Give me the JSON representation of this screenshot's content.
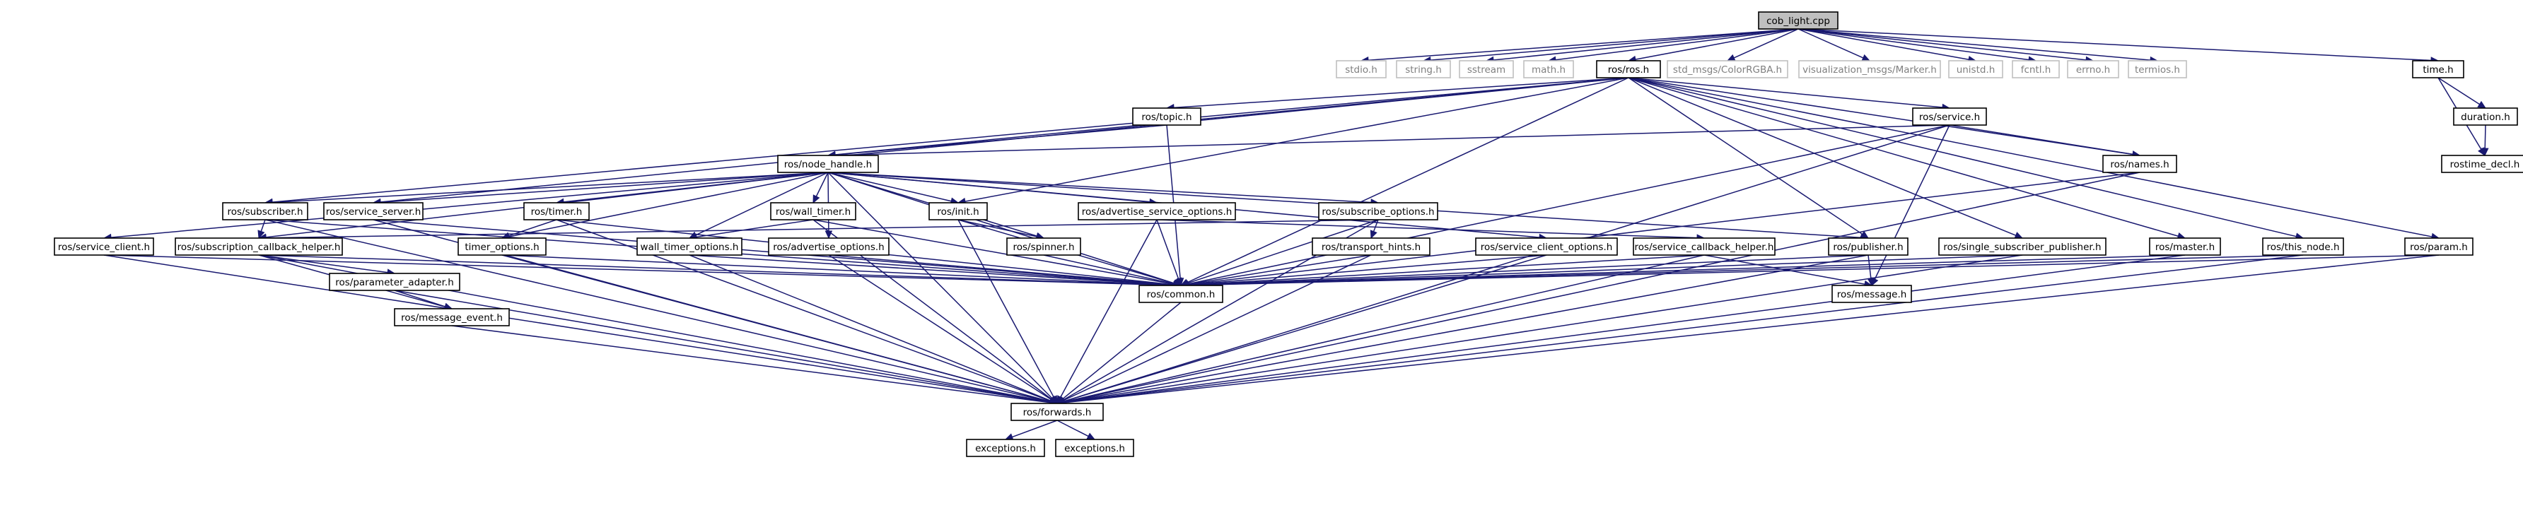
{
  "graph": {
    "root": "cob_light.cpp",
    "nodes": [
      {
        "id": "root",
        "label": "cob_light.cpp",
        "kind": "root"
      },
      {
        "id": "stdio",
        "label": "stdio.h",
        "kind": "external"
      },
      {
        "id": "string",
        "label": "string.h",
        "kind": "external"
      },
      {
        "id": "sstream",
        "label": "sstream",
        "kind": "external"
      },
      {
        "id": "math",
        "label": "math.h",
        "kind": "external"
      },
      {
        "id": "ros_ros",
        "label": "ros/ros.h",
        "kind": "documented"
      },
      {
        "id": "colorrgba",
        "label": "std_msgs/ColorRGBA.h",
        "kind": "external"
      },
      {
        "id": "marker",
        "label": "visualization_msgs/Marker.h",
        "kind": "external"
      },
      {
        "id": "unistd",
        "label": "unistd.h",
        "kind": "external"
      },
      {
        "id": "fcntl",
        "label": "fcntl.h",
        "kind": "external"
      },
      {
        "id": "errno",
        "label": "errno.h",
        "kind": "external"
      },
      {
        "id": "termios",
        "label": "termios.h",
        "kind": "external"
      },
      {
        "id": "time",
        "label": "time.h",
        "kind": "documented"
      },
      {
        "id": "duration",
        "label": "duration.h",
        "kind": "documented"
      },
      {
        "id": "rostime_decl",
        "label": "rostime_decl.h",
        "kind": "documented"
      },
      {
        "id": "topic",
        "label": "ros/topic.h",
        "kind": "documented"
      },
      {
        "id": "service",
        "label": "ros/service.h",
        "kind": "documented"
      },
      {
        "id": "node_handle",
        "label": "ros/node_handle.h",
        "kind": "documented"
      },
      {
        "id": "names",
        "label": "ros/names.h",
        "kind": "documented"
      },
      {
        "id": "subscriber",
        "label": "ros/subscriber.h",
        "kind": "documented"
      },
      {
        "id": "service_server",
        "label": "ros/service_server.h",
        "kind": "documented"
      },
      {
        "id": "timer",
        "label": "ros/timer.h",
        "kind": "documented"
      },
      {
        "id": "wall_timer",
        "label": "ros/wall_timer.h",
        "kind": "documented"
      },
      {
        "id": "init",
        "label": "ros/init.h",
        "kind": "documented"
      },
      {
        "id": "adv_srv_opts",
        "label": "ros/advertise_service_options.h",
        "kind": "documented"
      },
      {
        "id": "subscribe_opts",
        "label": "ros/subscribe_options.h",
        "kind": "documented"
      },
      {
        "id": "service_client",
        "label": "ros/service_client.h",
        "kind": "documented"
      },
      {
        "id": "sub_cb_helper",
        "label": "ros/subscription_callback_helper.h",
        "kind": "documented"
      },
      {
        "id": "timer_opts",
        "label": "timer_options.h",
        "kind": "documented"
      },
      {
        "id": "wall_timer_opts",
        "label": "wall_timer_options.h",
        "kind": "documented"
      },
      {
        "id": "adv_opts",
        "label": "ros/advertise_options.h",
        "kind": "documented"
      },
      {
        "id": "spinner",
        "label": "ros/spinner.h",
        "kind": "documented"
      },
      {
        "id": "transport_hints",
        "label": "ros/transport_hints.h",
        "kind": "documented"
      },
      {
        "id": "srv_client_opts",
        "label": "ros/service_client_options.h",
        "kind": "documented"
      },
      {
        "id": "srv_cb_helper",
        "label": "ros/service_callback_helper.h",
        "kind": "documented"
      },
      {
        "id": "publisher",
        "label": "ros/publisher.h",
        "kind": "documented"
      },
      {
        "id": "single_sub_pub",
        "label": "ros/single_subscriber_publisher.h",
        "kind": "documented"
      },
      {
        "id": "master",
        "label": "ros/master.h",
        "kind": "documented"
      },
      {
        "id": "this_node",
        "label": "ros/this_node.h",
        "kind": "documented"
      },
      {
        "id": "param",
        "label": "ros/param.h",
        "kind": "documented"
      },
      {
        "id": "param_adapter",
        "label": "ros/parameter_adapter.h",
        "kind": "documented"
      },
      {
        "id": "message_event",
        "label": "ros/message_event.h",
        "kind": "documented"
      },
      {
        "id": "common",
        "label": "ros/common.h",
        "kind": "documented"
      },
      {
        "id": "message",
        "label": "ros/message.h",
        "kind": "documented"
      },
      {
        "id": "forwards",
        "label": "ros/forwards.h",
        "kind": "documented"
      },
      {
        "id": "exceptions1",
        "label": "exceptions.h",
        "kind": "documented"
      },
      {
        "id": "exceptions2",
        "label": "exceptions.h",
        "kind": "documented"
      }
    ],
    "edges": [
      [
        "root",
        "stdio"
      ],
      [
        "root",
        "string"
      ],
      [
        "root",
        "sstream"
      ],
      [
        "root",
        "math"
      ],
      [
        "root",
        "ros_ros"
      ],
      [
        "root",
        "colorrgba"
      ],
      [
        "root",
        "marker"
      ],
      [
        "root",
        "unistd"
      ],
      [
        "root",
        "fcntl"
      ],
      [
        "root",
        "errno"
      ],
      [
        "root",
        "termios"
      ],
      [
        "root",
        "time"
      ],
      [
        "time",
        "duration"
      ],
      [
        "time",
        "rostime_decl"
      ],
      [
        "duration",
        "rostime_decl"
      ],
      [
        "ros_ros",
        "topic"
      ],
      [
        "ros_ros",
        "node_handle"
      ],
      [
        "ros_ros",
        "service"
      ],
      [
        "ros_ros",
        "names"
      ],
      [
        "ros_ros",
        "subscriber"
      ],
      [
        "ros_ros",
        "service_server"
      ],
      [
        "ros_ros",
        "init"
      ],
      [
        "ros_ros",
        "common"
      ],
      [
        "ros_ros",
        "publisher"
      ],
      [
        "ros_ros",
        "single_sub_pub"
      ],
      [
        "ros_ros",
        "master"
      ],
      [
        "ros_ros",
        "this_node"
      ],
      [
        "ros_ros",
        "param"
      ],
      [
        "topic",
        "node_handle"
      ],
      [
        "topic",
        "common"
      ],
      [
        "service",
        "node_handle"
      ],
      [
        "service",
        "names"
      ],
      [
        "service",
        "common"
      ],
      [
        "service",
        "message"
      ],
      [
        "service",
        "forwards"
      ],
      [
        "names",
        "common"
      ],
      [
        "names",
        "forwards"
      ],
      [
        "node_handle",
        "subscriber"
      ],
      [
        "node_handle",
        "service_server"
      ],
      [
        "node_handle",
        "timer"
      ],
      [
        "node_handle",
        "wall_timer"
      ],
      [
        "node_handle",
        "init"
      ],
      [
        "node_handle",
        "adv_srv_opts"
      ],
      [
        "node_handle",
        "subscribe_opts"
      ],
      [
        "node_handle",
        "service_client"
      ],
      [
        "node_handle",
        "sub_cb_helper"
      ],
      [
        "node_handle",
        "timer_opts"
      ],
      [
        "node_handle",
        "wall_timer_opts"
      ],
      [
        "node_handle",
        "adv_opts"
      ],
      [
        "node_handle",
        "spinner"
      ],
      [
        "node_handle",
        "srv_client_opts"
      ],
      [
        "node_handle",
        "publisher"
      ],
      [
        "node_handle",
        "common"
      ],
      [
        "node_handle",
        "forwards"
      ],
      [
        "subscriber",
        "common"
      ],
      [
        "subscriber",
        "forwards"
      ],
      [
        "subscriber",
        "sub_cb_helper"
      ],
      [
        "service_server",
        "common"
      ],
      [
        "service_server",
        "forwards"
      ],
      [
        "timer",
        "timer_opts"
      ],
      [
        "timer",
        "common"
      ],
      [
        "timer",
        "forwards"
      ],
      [
        "wall_timer",
        "wall_timer_opts"
      ],
      [
        "wall_timer",
        "common"
      ],
      [
        "wall_timer",
        "forwards"
      ],
      [
        "init",
        "spinner"
      ],
      [
        "init",
        "common"
      ],
      [
        "init",
        "forwards"
      ],
      [
        "adv_srv_opts",
        "common"
      ],
      [
        "adv_srv_opts",
        "forwards"
      ],
      [
        "adv_srv_opts",
        "srv_cb_helper"
      ],
      [
        "subscribe_opts",
        "transport_hints"
      ],
      [
        "subscribe_opts",
        "common"
      ],
      [
        "subscribe_opts",
        "sub_cb_helper"
      ],
      [
        "subscribe_opts",
        "forwards"
      ],
      [
        "service_client",
        "common"
      ],
      [
        "service_client",
        "forwards"
      ],
      [
        "sub_cb_helper",
        "param_adapter"
      ],
      [
        "sub_cb_helper",
        "message_event"
      ],
      [
        "sub_cb_helper",
        "common"
      ],
      [
        "sub_cb_helper",
        "forwards"
      ],
      [
        "timer_opts",
        "common"
      ],
      [
        "timer_opts",
        "forwards"
      ],
      [
        "wall_timer_opts",
        "common"
      ],
      [
        "wall_timer_opts",
        "forwards"
      ],
      [
        "adv_opts",
        "common"
      ],
      [
        "adv_opts",
        "forwards"
      ],
      [
        "spinner",
        "common"
      ],
      [
        "transport_hints",
        "common"
      ],
      [
        "transport_hints",
        "forwards"
      ],
      [
        "srv_client_opts",
        "common"
      ],
      [
        "srv_client_opts",
        "forwards"
      ],
      [
        "srv_cb_helper",
        "common"
      ],
      [
        "srv_cb_helper",
        "forwards"
      ],
      [
        "srv_cb_helper",
        "message"
      ],
      [
        "publisher",
        "common"
      ],
      [
        "publisher",
        "message"
      ],
      [
        "publisher",
        "forwards"
      ],
      [
        "single_sub_pub",
        "common"
      ],
      [
        "single_sub_pub",
        "forwards"
      ],
      [
        "master",
        "common"
      ],
      [
        "master",
        "forwards"
      ],
      [
        "this_node",
        "common"
      ],
      [
        "this_node",
        "forwards"
      ],
      [
        "param",
        "common"
      ],
      [
        "param",
        "forwards"
      ],
      [
        "param_adapter",
        "message_event"
      ],
      [
        "param_adapter",
        "forwards"
      ],
      [
        "message_event",
        "forwards"
      ],
      [
        "common",
        "forwards"
      ],
      [
        "forwards",
        "exceptions1"
      ],
      [
        "forwards",
        "exceptions2"
      ]
    ]
  },
  "colors": {
    "edge": "#191970",
    "root_fill": "#bfbfbf",
    "external_border": "#bfbfbf",
    "external_text": "#7f7f7f",
    "node_border": "#000000"
  }
}
